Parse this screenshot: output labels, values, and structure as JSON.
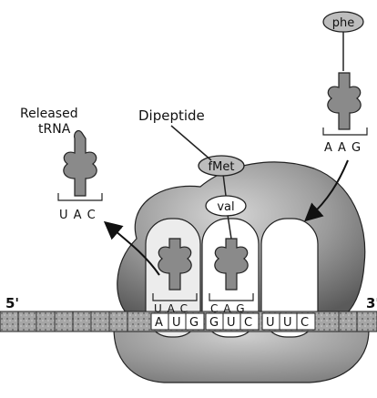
{
  "labels": {
    "released_trna": [
      "Released",
      "tRNA"
    ],
    "dipeptide": "Dipeptide",
    "five_prime": "5'",
    "three_prime": "3'"
  },
  "amino_acids": {
    "incoming": "phe",
    "first": "fMet",
    "second": "val"
  },
  "anticodons": {
    "released": "U A C",
    "incoming": "A A G",
    "p_site": "U A C",
    "a_site": "C A G"
  },
  "mrna_codons": [
    "A",
    "U",
    "G",
    "G",
    "U",
    "C",
    "U",
    "U",
    "C"
  ],
  "colors": {
    "ribosome_dark": "#6f6f6f",
    "ribosome_light": "#cfcfcf",
    "site_fill": "#ffffff",
    "amino_acid_fill": "#bdbdbd",
    "trna_fill": "#8a8a8a",
    "mrna_fill": "#9a9a9a",
    "stroke": "#111111"
  }
}
